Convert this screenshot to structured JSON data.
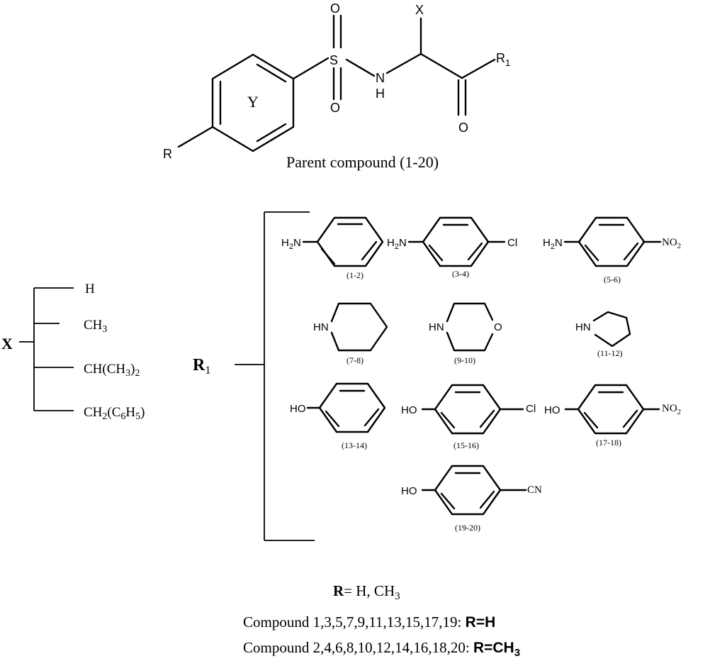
{
  "parent": {
    "caption": "Parent compound (1-20)",
    "atoms": {
      "O_top": "O",
      "S": "S",
      "O_bottom": "O",
      "N": "N",
      "H": "H",
      "X": "X",
      "R1": "R",
      "R1_sub": "1",
      "O_carbonyl": "O",
      "R": "R",
      "Y": "Y"
    }
  },
  "x_group": {
    "label": "X",
    "options": [
      "H",
      "CH3",
      "CH(CH3)2",
      "CH2(C6H5)"
    ]
  },
  "r1_group": {
    "label": "R",
    "label_sub": "1",
    "substituents": [
      {
        "left": "H2N",
        "para": "",
        "range": "(1-2)"
      },
      {
        "left": "H2N",
        "para": "Cl",
        "range": "(3-4)"
      },
      {
        "left": "H2N",
        "para": "NO2",
        "range": "(5-6)"
      },
      {
        "left": "HN",
        "para": "",
        "range": "(7-8)"
      },
      {
        "left": "HN",
        "para": "O",
        "range": "(9-10)"
      },
      {
        "left": "HN",
        "para": "",
        "range": "(11-12)"
      },
      {
        "left": "HO",
        "para": "",
        "range": "(13-14)"
      },
      {
        "left": "HO",
        "para": "Cl",
        "range": "(15-16)"
      },
      {
        "left": "HO",
        "para": "NO2",
        "range": "(17-18)"
      },
      {
        "left": "HO",
        "para": "CN",
        "range": "(19-20)"
      }
    ]
  },
  "footer": {
    "r_line_label": "R",
    "r_line_value": "= H, CH3",
    "line1_text": "Compound 1,3,5,7,9,11,13,15,17,19: ",
    "line1_value": "R=H",
    "line2_text": "Compound 2,4,6,8,10,12,14,16,18,20: ",
    "line2_value": "R=CH3"
  }
}
